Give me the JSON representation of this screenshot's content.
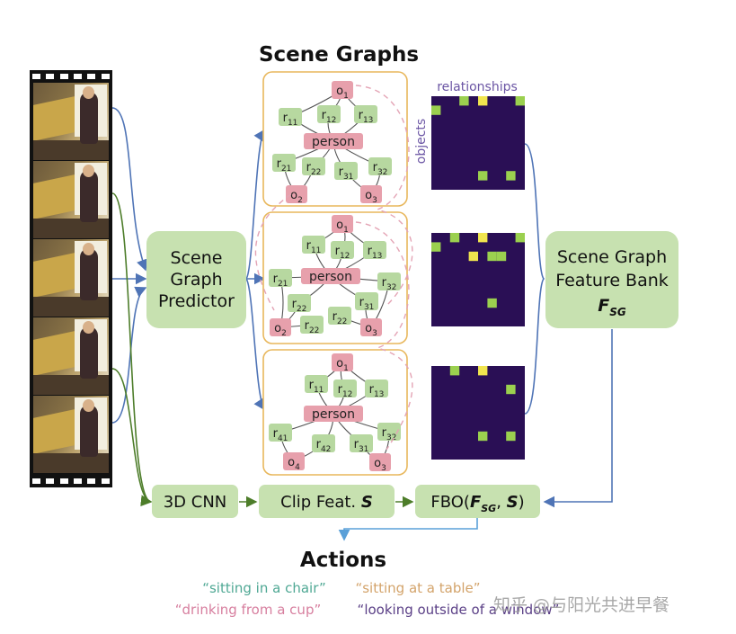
{
  "title": "Scene Graphs",
  "matrix_labels": {
    "relationships": "relationships",
    "objects": "objects"
  },
  "predictor": {
    "line1": "Scene",
    "line2": "Graph",
    "line3": "Predictor"
  },
  "bank": {
    "line1": "Scene Graph",
    "line2": "Feature Bank",
    "symbol": "F",
    "sub": "SG"
  },
  "pipeline": {
    "cnn": "3D CNN",
    "clip_prefix": "Clip Feat. ",
    "clip_symbol": "S",
    "fbo_prefix": "FBO(",
    "fbo_F": "F",
    "fbo_sub": "SG",
    "fbo_sep": ", ",
    "fbo_S": "S",
    "fbo_suffix": ")"
  },
  "actions_title": "Actions",
  "actions": [
    {
      "text": "“sitting in a chair”",
      "color": "#4fa894"
    },
    {
      "text": "“sitting at a table”",
      "color": "#d3a36a"
    },
    {
      "text": "“drinking from a cup”",
      "color": "#d77f9f"
    },
    {
      "text": "“looking outside of a window”",
      "color": "#5a3f86"
    }
  ],
  "watermark": "知乎 @与阳光共进早餐",
  "graphs": [
    {
      "nodes": [
        {
          "id": "o1",
          "base": "o",
          "sub": "1",
          "kind": "object"
        },
        {
          "id": "r11",
          "base": "r",
          "sub": "11",
          "kind": "relation"
        },
        {
          "id": "r12",
          "base": "r",
          "sub": "12",
          "kind": "relation"
        },
        {
          "id": "r13",
          "base": "r",
          "sub": "13",
          "kind": "relation"
        },
        {
          "id": "person",
          "base": "person",
          "sub": "",
          "kind": "object"
        },
        {
          "id": "r21",
          "base": "r",
          "sub": "21",
          "kind": "relation"
        },
        {
          "id": "r22",
          "base": "r",
          "sub": "22",
          "kind": "relation"
        },
        {
          "id": "r31",
          "base": "r",
          "sub": "31",
          "kind": "relation"
        },
        {
          "id": "r32",
          "base": "r",
          "sub": "32",
          "kind": "relation"
        },
        {
          "id": "o2",
          "base": "o",
          "sub": "2",
          "kind": "object"
        },
        {
          "id": "o3",
          "base": "o",
          "sub": "3",
          "kind": "object"
        }
      ]
    },
    {
      "nodes": [
        {
          "id": "o1",
          "base": "o",
          "sub": "1",
          "kind": "object"
        },
        {
          "id": "r11",
          "base": "r",
          "sub": "11",
          "kind": "relation"
        },
        {
          "id": "r12",
          "base": "r",
          "sub": "12",
          "kind": "relation"
        },
        {
          "id": "r13",
          "base": "r",
          "sub": "13",
          "kind": "relation"
        },
        {
          "id": "r21",
          "base": "r",
          "sub": "21",
          "kind": "relation"
        },
        {
          "id": "person",
          "base": "person",
          "sub": "",
          "kind": "object"
        },
        {
          "id": "r32",
          "base": "r",
          "sub": "32",
          "kind": "relation"
        },
        {
          "id": "r22a",
          "base": "r",
          "sub": "22",
          "kind": "relation"
        },
        {
          "id": "r31",
          "base": "r",
          "sub": "31",
          "kind": "relation"
        },
        {
          "id": "o2",
          "base": "o",
          "sub": "2",
          "kind": "object"
        },
        {
          "id": "r22b",
          "base": "r",
          "sub": "22",
          "kind": "relation"
        },
        {
          "id": "r22c",
          "base": "r",
          "sub": "22",
          "kind": "relation"
        },
        {
          "id": "o3",
          "base": "o",
          "sub": "3",
          "kind": "object"
        }
      ]
    },
    {
      "nodes": [
        {
          "id": "o1",
          "base": "o",
          "sub": "1",
          "kind": "object"
        },
        {
          "id": "r11",
          "base": "r",
          "sub": "11",
          "kind": "relation"
        },
        {
          "id": "r12",
          "base": "r",
          "sub": "12",
          "kind": "relation"
        },
        {
          "id": "r13",
          "base": "r",
          "sub": "13",
          "kind": "relation"
        },
        {
          "id": "person",
          "base": "person",
          "sub": "",
          "kind": "object"
        },
        {
          "id": "r41",
          "base": "r",
          "sub": "41",
          "kind": "relation"
        },
        {
          "id": "r42",
          "base": "r",
          "sub": "42",
          "kind": "relation"
        },
        {
          "id": "r31",
          "base": "r",
          "sub": "31",
          "kind": "relation"
        },
        {
          "id": "r32",
          "base": "r",
          "sub": "32",
          "kind": "relation"
        },
        {
          "id": "o4",
          "base": "o",
          "sub": "4",
          "kind": "object"
        },
        {
          "id": "o3",
          "base": "o",
          "sub": "3",
          "kind": "object"
        }
      ]
    }
  ],
  "matrices": [
    {
      "cells": [
        [
          0,
          0,
          0,
          1,
          0,
          2,
          0,
          0,
          0,
          1
        ],
        [
          1,
          0,
          0,
          0,
          0,
          0,
          0,
          0,
          0,
          0
        ],
        [
          0,
          0,
          0,
          0,
          0,
          0,
          0,
          0,
          0,
          0
        ],
        [
          0,
          0,
          0,
          0,
          0,
          0,
          0,
          0,
          0,
          0
        ],
        [
          0,
          0,
          0,
          0,
          0,
          0,
          0,
          0,
          0,
          0
        ],
        [
          0,
          0,
          0,
          0,
          0,
          0,
          0,
          0,
          0,
          0
        ],
        [
          0,
          0,
          0,
          0,
          0,
          0,
          0,
          0,
          0,
          0
        ],
        [
          0,
          0,
          0,
          0,
          0,
          0,
          0,
          0,
          0,
          0
        ],
        [
          0,
          0,
          0,
          0,
          0,
          1,
          0,
          0,
          1,
          0
        ],
        [
          0,
          0,
          0,
          0,
          0,
          0,
          0,
          0,
          0,
          0
        ]
      ]
    },
    {
      "cells": [
        [
          0,
          0,
          1,
          0,
          0,
          2,
          0,
          0,
          0,
          1
        ],
        [
          1,
          0,
          0,
          0,
          0,
          0,
          0,
          0,
          0,
          0
        ],
        [
          0,
          0,
          0,
          0,
          2,
          0,
          1,
          1,
          0,
          0
        ],
        [
          0,
          0,
          0,
          0,
          0,
          0,
          0,
          0,
          0,
          0
        ],
        [
          0,
          0,
          0,
          0,
          0,
          0,
          0,
          0,
          0,
          0
        ],
        [
          0,
          0,
          0,
          0,
          0,
          0,
          0,
          0,
          0,
          0
        ],
        [
          0,
          0,
          0,
          0,
          0,
          0,
          0,
          0,
          0,
          0
        ],
        [
          0,
          0,
          0,
          0,
          0,
          0,
          1,
          0,
          0,
          0
        ],
        [
          0,
          0,
          0,
          0,
          0,
          0,
          0,
          0,
          0,
          0
        ],
        [
          0,
          0,
          0,
          0,
          0,
          0,
          0,
          0,
          0,
          0
        ]
      ]
    },
    {
      "cells": [
        [
          0,
          0,
          1,
          0,
          0,
          2,
          0,
          0,
          0,
          0
        ],
        [
          0,
          0,
          0,
          0,
          0,
          0,
          0,
          0,
          0,
          0
        ],
        [
          0,
          0,
          0,
          0,
          0,
          0,
          0,
          0,
          1,
          0
        ],
        [
          0,
          0,
          0,
          0,
          0,
          0,
          0,
          0,
          0,
          0
        ],
        [
          0,
          0,
          0,
          0,
          0,
          0,
          0,
          0,
          0,
          0
        ],
        [
          0,
          0,
          0,
          0,
          0,
          0,
          0,
          0,
          0,
          0
        ],
        [
          0,
          0,
          0,
          0,
          0,
          0,
          0,
          0,
          0,
          0
        ],
        [
          0,
          0,
          0,
          0,
          0,
          1,
          0,
          0,
          1,
          0
        ],
        [
          0,
          0,
          0,
          0,
          0,
          0,
          0,
          0,
          0,
          0
        ],
        [
          0,
          0,
          0,
          0,
          0,
          0,
          0,
          0,
          0,
          0
        ]
      ]
    }
  ],
  "colors": {
    "relation": "#b7d8a0",
    "object": "#e7a0ac",
    "panel_border": "#e8b75c",
    "pipeline_box": "#c7e1b0",
    "arrow_blue": "#4f74b6",
    "arrow_green": "#4d7d2a",
    "dashed_pink": "#e4a4b5",
    "matrix_bg": "#2a0f55",
    "matrix_1": "#9bd04f",
    "matrix_2": "#f1e54e"
  }
}
